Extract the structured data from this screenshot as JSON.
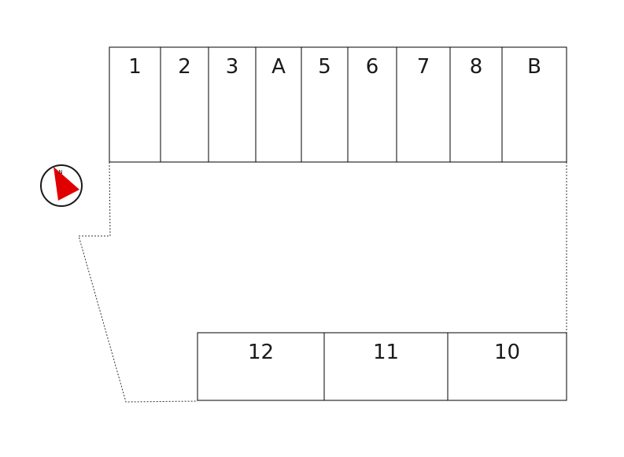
{
  "parking_lot": {
    "top_row": [
      {
        "label": "1"
      },
      {
        "label": "2"
      },
      {
        "label": "3"
      },
      {
        "label": "A"
      },
      {
        "label": "5"
      },
      {
        "label": "6"
      },
      {
        "label": "7"
      },
      {
        "label": "8"
      },
      {
        "label": "B"
      }
    ],
    "bottom_row": [
      {
        "label": "12"
      },
      {
        "label": "11"
      },
      {
        "label": "10"
      }
    ]
  },
  "compass": {
    "icon": "north-arrow-compass-icon",
    "label": "N",
    "arrow_color": "#e00000"
  }
}
